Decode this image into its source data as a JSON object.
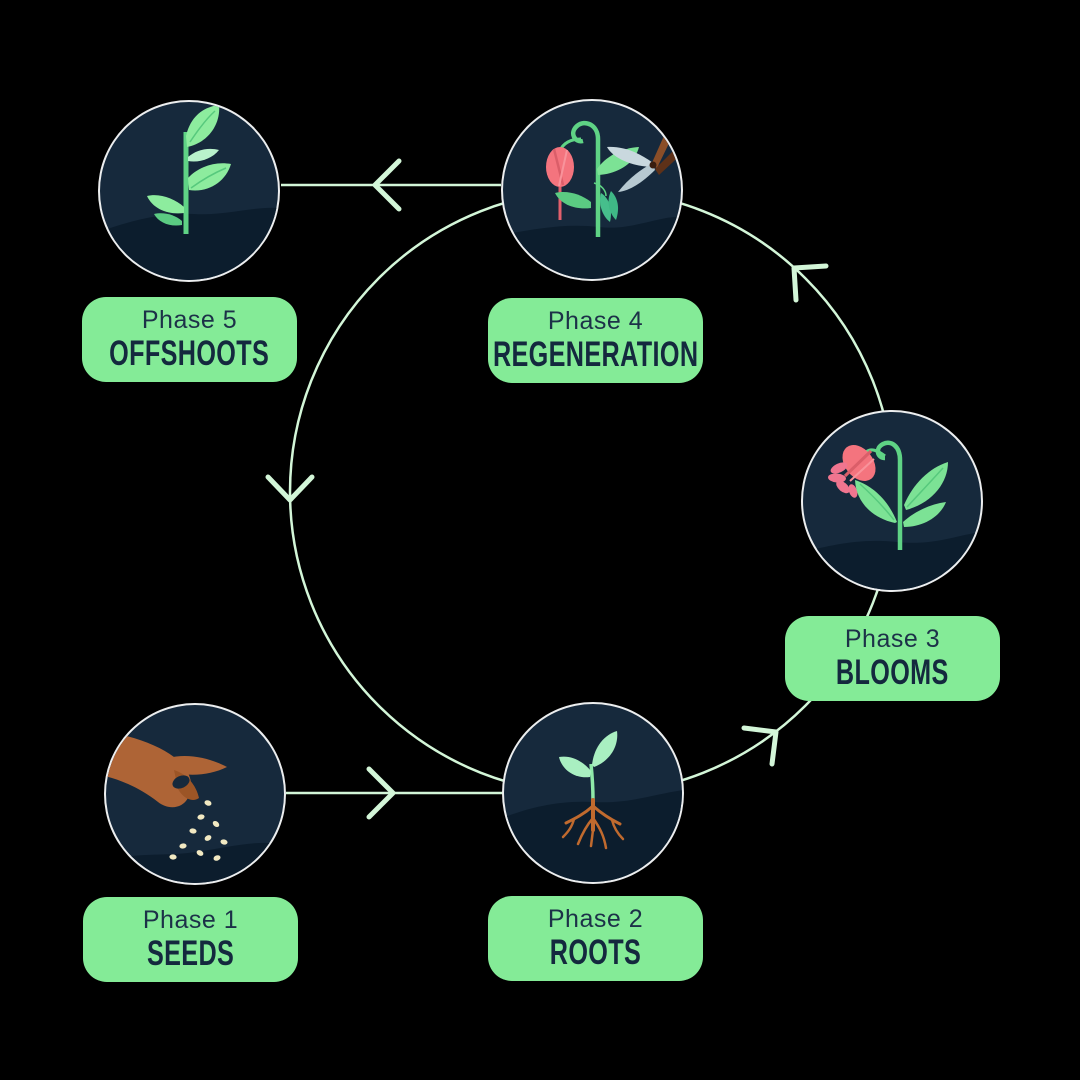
{
  "diagram": {
    "name": "plant-life-cycle",
    "phases": [
      {
        "phase_label": "Phase 1",
        "title": "SEEDS",
        "icon": "hand-sowing-seeds-icon"
      },
      {
        "phase_label": "Phase 2",
        "title": "ROOTS",
        "icon": "seedling-with-roots-icon"
      },
      {
        "phase_label": "Phase 3",
        "title": "BLOOMS",
        "icon": "drooping-bloom-flower-icon"
      },
      {
        "phase_label": "Phase 4",
        "title": "REGENERATION",
        "icon": "pruning-shears-flower-icon"
      },
      {
        "phase_label": "Phase 5",
        "title": "OFFSHOOTS",
        "icon": "plant-offshoot-icon"
      }
    ],
    "flow": [
      "Phase 1 to Phase 2",
      "Phase 2 to Phase 3",
      "Phase 3 to Phase 4",
      "Phase 4 to Phase 5",
      "Phase 5 loops back down to Phase 1"
    ],
    "colors": {
      "background": "#000000",
      "label_background": "#84EB97",
      "node_background": "#16293C",
      "node_ground": "#0C1D2D",
      "cycle_line": "#D3F6D8",
      "phase_text": "#1C3148",
      "title_text": "#14293E",
      "leaf_green": "#7CE295",
      "stem_green": "#5FD385",
      "flower_pink": "#F4747E",
      "root_brown": "#C06A2E",
      "hand_brown": "#AE6436",
      "seed_cream": "#F2E9C2"
    }
  }
}
